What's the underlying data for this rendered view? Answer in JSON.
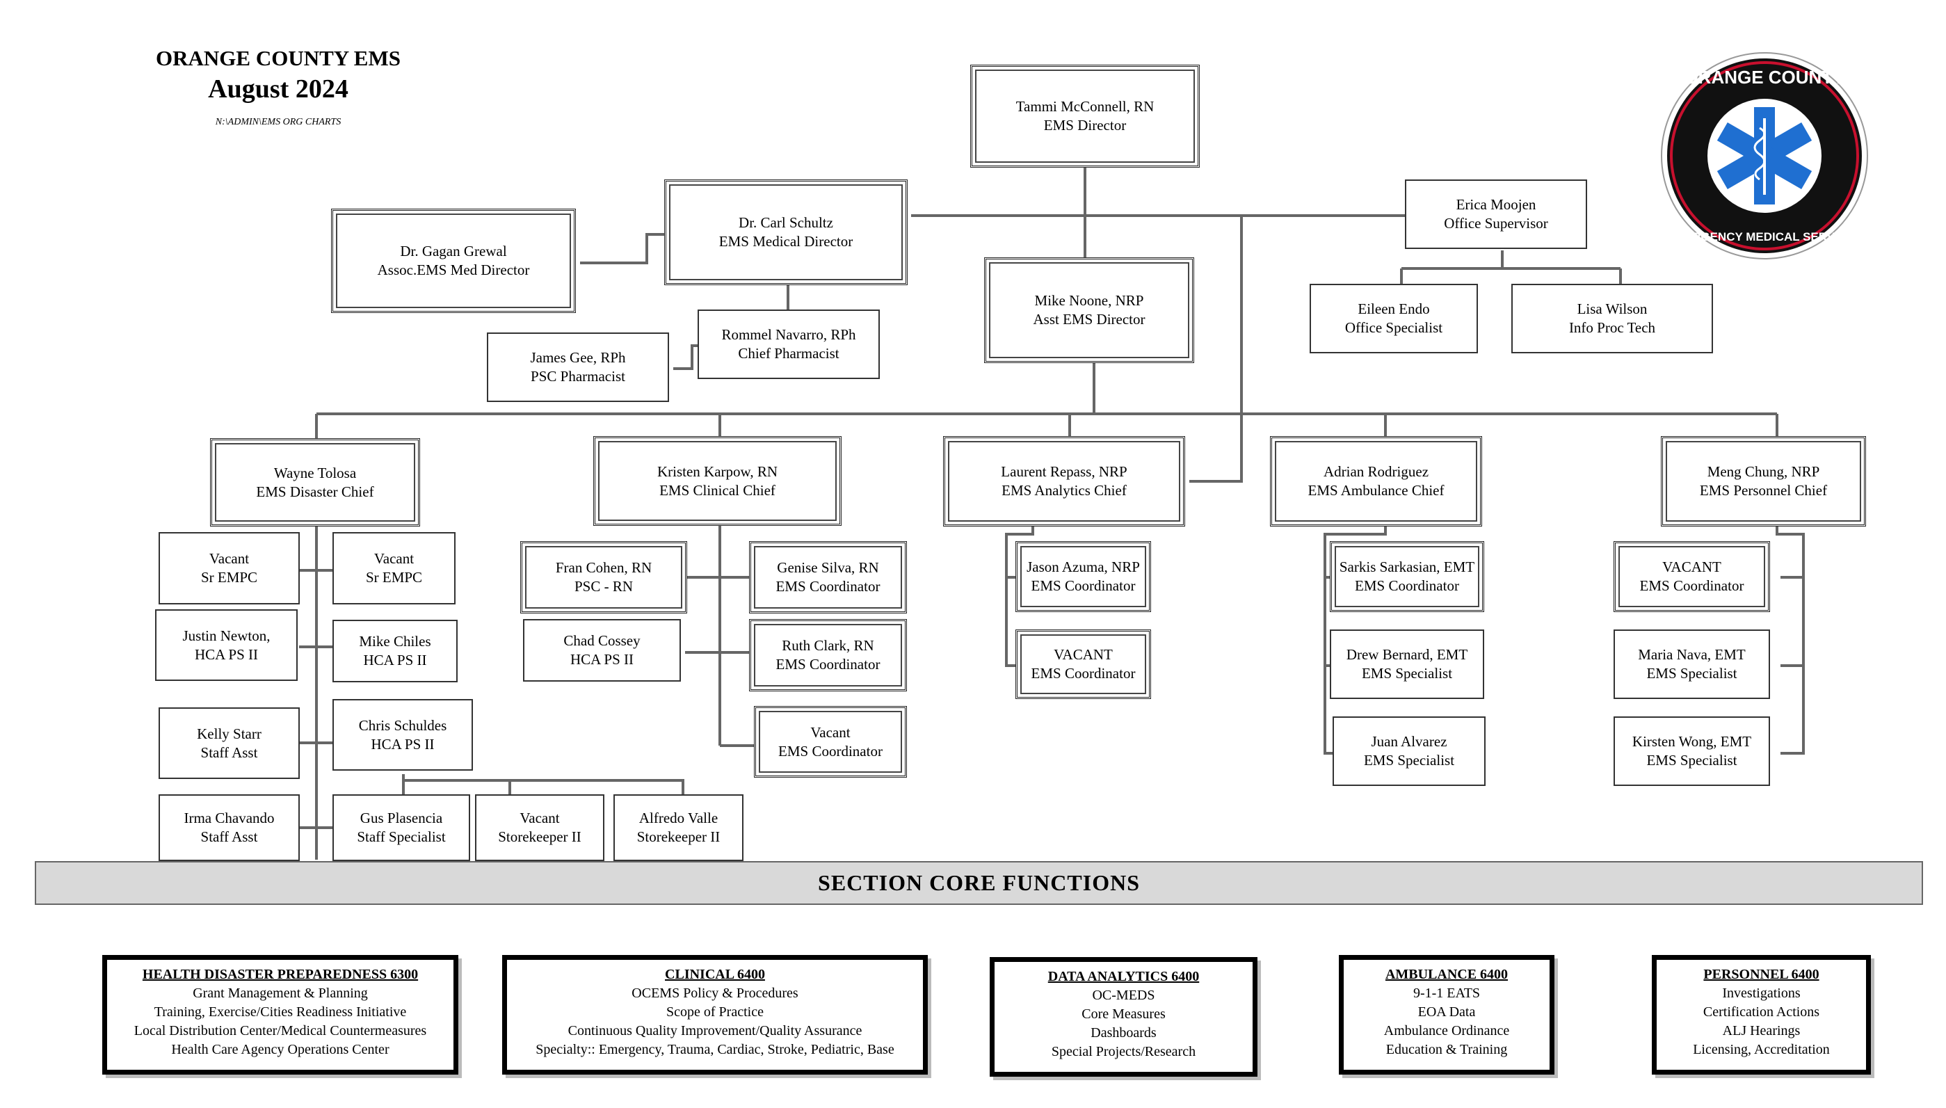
{
  "header": {
    "org": "ORANGE COUNTY EMS",
    "date": "August 2024",
    "path": "N:\\ADMIN\\EMS ORG CHARTS"
  },
  "logo": {
    "top_text": "ORANGE COUNTY",
    "bottom_text": "EMERGENCY MEDICAL SERVICES",
    "ring_color": "#111111",
    "accent_color": "#c8102e",
    "star_color": "#1f6fd1",
    "icon": "star-of-life-icon"
  },
  "nodes": {
    "director": [
      "Tammi McConnell, RN",
      "EMS Director"
    ],
    "medical_director": [
      "Dr. Carl Schultz",
      "EMS Medical Director"
    ],
    "assoc_med_director": [
      "Dr. Gagan Grewal",
      "Assoc.EMS Med Director"
    ],
    "chief_pharmacist": [
      "Rommel Navarro, RPh",
      "Chief Pharmacist"
    ],
    "psc_pharmacist": [
      "James Gee, RPh",
      "PSC Pharmacist"
    ],
    "asst_director": [
      "Mike Noone, NRP",
      "Asst EMS Director"
    ],
    "office_supervisor": [
      "Erica Moojen",
      "Office Supervisor"
    ],
    "office_specialist": [
      "Eileen Endo",
      "Office Specialist"
    ],
    "info_proc_tech": [
      "Lisa Wilson",
      "Info Proc Tech"
    ],
    "disaster_chief": [
      "Wayne Tolosa",
      "EMS Disaster Chief"
    ],
    "clinical_chief": [
      "Kristen Karpow, RN",
      "EMS Clinical Chief"
    ],
    "analytics_chief": [
      "Laurent Repass, NRP",
      "EMS Analytics Chief"
    ],
    "ambulance_chief": [
      "Adrian Rodriguez",
      "EMS Ambulance Chief"
    ],
    "personnel_chief": [
      "Meng Chung, NRP",
      "EMS Personnel Chief"
    ],
    "d_vacant1": [
      "Vacant",
      "Sr EMPC"
    ],
    "d_vacant2": [
      "Vacant",
      "Sr EMPC"
    ],
    "d_newton": [
      "Justin Newton,",
      "HCA PS II"
    ],
    "d_chiles": [
      "Mike Chiles",
      "HCA PS II"
    ],
    "d_starr": [
      "Kelly Starr",
      "Staff Asst"
    ],
    "d_schuldes": [
      "Chris Schuldes",
      "HCA PS  II"
    ],
    "d_chavando": [
      "Irma Chavando",
      "Staff Asst"
    ],
    "d_plasencia": [
      "Gus Plasencia",
      "Staff Specialist"
    ],
    "d_vacant3": [
      "Vacant",
      "Storekeeper II"
    ],
    "d_valle": [
      "Alfredo Valle",
      "Storekeeper II"
    ],
    "c_cohen": [
      "Fran Cohen, RN",
      "PSC - RN"
    ],
    "c_cossey": [
      "Chad Cossey",
      "HCA PS II"
    ],
    "c_silva": [
      "Genise Silva, RN",
      "EMS Coordinator"
    ],
    "c_clark": [
      "Ruth Clark, RN",
      "EMS Coordinator"
    ],
    "c_vacant": [
      "Vacant",
      "EMS Coordinator"
    ],
    "a_azuma": [
      "Jason Azuma, NRP",
      "EMS Coordinator"
    ],
    "a_vacant": [
      "VACANT",
      "EMS Coordinator"
    ],
    "b_sarkasian": [
      "Sarkis Sarkasian, EMT",
      "EMS Coordinator"
    ],
    "b_bernard": [
      "Drew Bernard, EMT",
      "EMS Specialist"
    ],
    "b_alvarez": [
      "Juan Alvarez",
      "EMS Specialist"
    ],
    "p_vacant": [
      "VACANT",
      "EMS Coordinator"
    ],
    "p_nava": [
      "Maria Nava, EMT",
      "EMS Specialist"
    ],
    "p_wong": [
      "Kirsten Wong, EMT",
      "EMS Specialist"
    ]
  },
  "core_functions": {
    "title": "SECTION CORE FUNCTIONS",
    "sections": [
      {
        "title": "HEALTH DISASTER PREPAREDNESS  6300",
        "items": [
          "Grant Management & Planning",
          "Training, Exercise/Cities Readiness Initiative",
          "Local Distribution Center/Medical Countermeasures",
          "Health Care Agency Operations Center"
        ]
      },
      {
        "title": "CLINICAL  6400",
        "items": [
          "OCEMS Policy & Procedures",
          "Scope of Practice",
          "Continuous Quality Improvement/Quality Assurance",
          "Specialty:: Emergency, Trauma, Cardiac, Stroke, Pediatric, Base"
        ]
      },
      {
        "title": "DATA ANALYTICS  6400",
        "items": [
          "OC-MEDS",
          "Core Measures",
          "Dashboards",
          "Special Projects/Research"
        ]
      },
      {
        "title": "AMBULANCE  6400",
        "items": [
          "9-1-1 EATS",
          "EOA Data",
          "Ambulance Ordinance",
          "Education & Training"
        ]
      },
      {
        "title": "PERSONNEL  6400",
        "items": [
          "Investigations",
          "Certification Actions",
          "ALJ Hearings",
          "Licensing, Accreditation"
        ]
      }
    ]
  }
}
